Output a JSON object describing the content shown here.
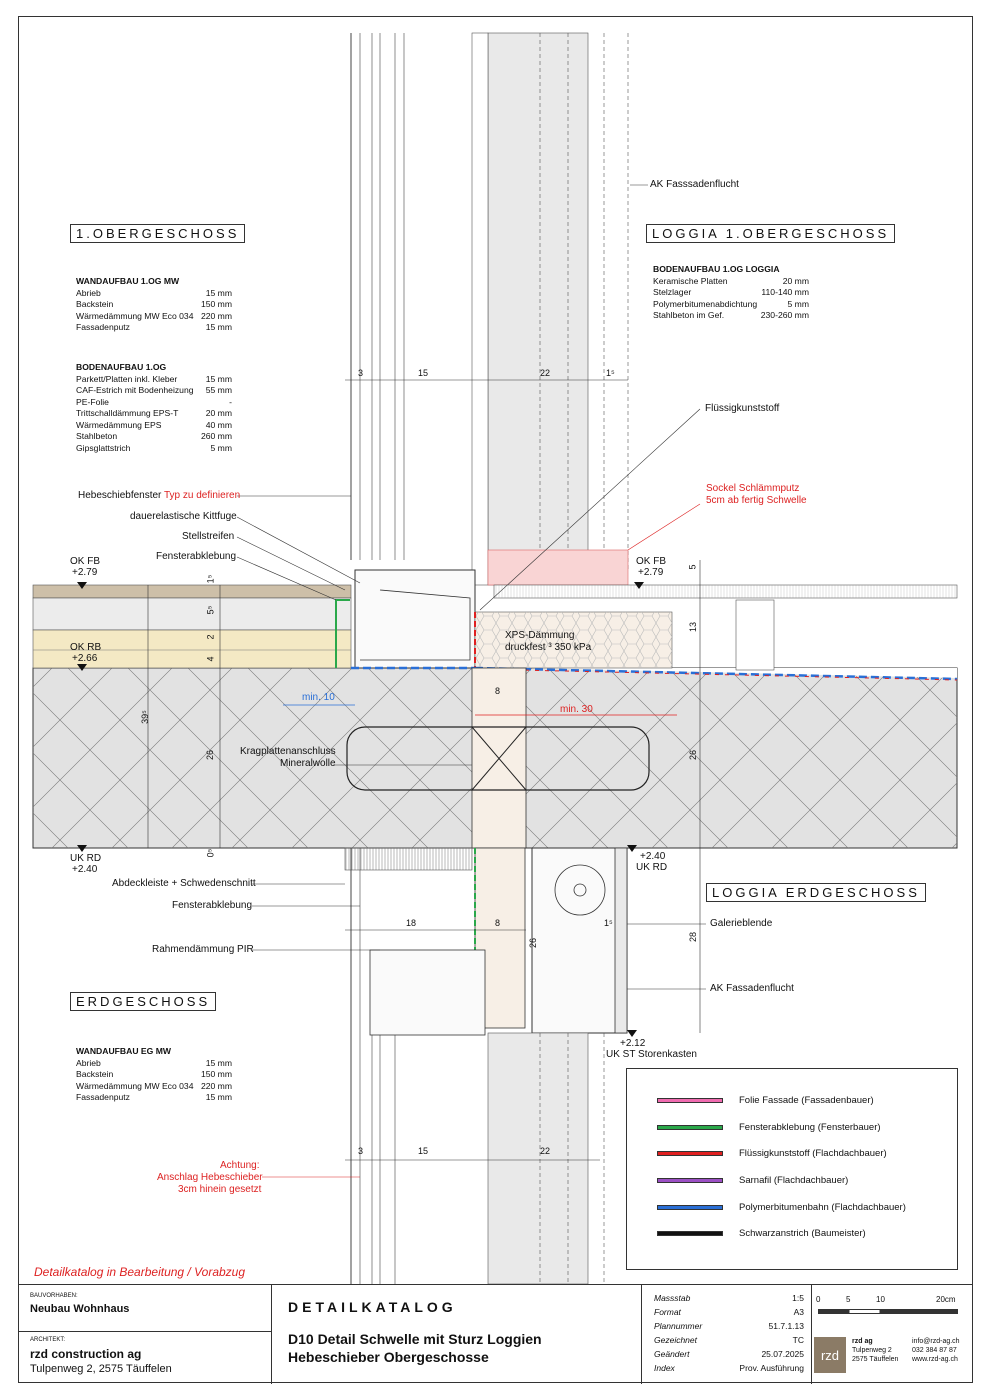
{
  "sections": {
    "og": "1.OBERGESCHOSS",
    "loggia_og": "LOGGIA 1.OBERGESCHOSS",
    "eg": "ERDGESCHOSS",
    "loggia_eg": "LOGGIA ERDGESCHOSS"
  },
  "wall_og": {
    "title": "WANDAUFBAU 1.OG MW",
    "rows": [
      [
        "Abrieb",
        "15 mm"
      ],
      [
        "Backstein",
        "150 mm"
      ],
      [
        "Wärmedämmung MW Eco 034",
        "220 mm"
      ],
      [
        "Fassadenputz",
        "15 mm"
      ]
    ]
  },
  "floor_og": {
    "title": "BODENAUFBAU 1.OG",
    "rows": [
      [
        "Parkett/Platten inkl. Kleber",
        "15 mm"
      ],
      [
        "CAF-Estrich mit Bodenheizung",
        "55 mm"
      ],
      [
        "PE-Folie",
        "-"
      ],
      [
        "Trittschalldämmung EPS-T",
        "20 mm"
      ],
      [
        "Wärmedämmung EPS",
        "40 mm"
      ],
      [
        "Stahlbeton",
        "260 mm"
      ],
      [
        "Gipsglattstrich",
        "5 mm"
      ]
    ]
  },
  "floor_loggia": {
    "title": "BODENAUFBAU 1.OG LOGGIA",
    "rows": [
      [
        "Keramische Platten",
        "20 mm"
      ],
      [
        "Stelzlager",
        "110-140 mm"
      ],
      [
        "Polymerbitumenabdichtung",
        "5 mm"
      ],
      [
        "Stahlbeton im Gef.",
        "230-260 mm"
      ]
    ]
  },
  "wall_eg": {
    "title": "WANDAUFBAU EG MW",
    "rows": [
      [
        "Abrieb",
        "15 mm"
      ],
      [
        "Backstein",
        "150 mm"
      ],
      [
        "Wärmedämmung MW Eco 034",
        "220 mm"
      ],
      [
        "Fassadenputz",
        "15 mm"
      ]
    ]
  },
  "labels": {
    "ak_top": "AK Fasssadenflucht",
    "fluessig": "Flüssigkunststoff",
    "hebeschiebe": "Hebeschiebfenster",
    "typ": "Typ zu definieren",
    "kittfuge": "dauerelastische Kittfuge",
    "stellstreifen": "Stellstreifen",
    "fensterabkl1": "Fensterabklebung",
    "sockel1": "Sockel Schlämmputz",
    "sockel2": "5cm ab fertig Schwelle",
    "okfb_l": "OK FB",
    "okfb_l_v": "+2.79",
    "okfb_r": "OK FB",
    "okfb_r_v": "+2.79",
    "okrb": "OK RB",
    "okrb_v": "+2.66",
    "xps1": "XPS-Dämmung",
    "xps2": "druckfest ³ 350 kPa",
    "min10": "min. 10",
    "min30": "min. 30",
    "krag1": "Kragplattenanschluss",
    "krag2": "Mineralwolle",
    "ukrd_l": "UK RD",
    "ukrd_l_v": "+2.40",
    "ukrd_r": "UK RD",
    "ukrd_r_v": "+2.40",
    "abdeck": "Abdeckleiste + Schwedenschnitt",
    "fensterabkl2": "Fensterabklebung",
    "rahmen": "Rahmendämmung PIR",
    "galerie": "Galerieblende",
    "ak_bottom": "AK Fassadenflucht",
    "ukst": "UK ST Storenkasten",
    "ukst_v": "+2.12",
    "achtung1": "Achtung:",
    "achtung2": "Anschlag Hebeschieber",
    "achtung3": "3cm hinein gesetzt",
    "bearbeitung": "Detailkatalog in Bearbeitung / Vorabzug"
  },
  "dims": {
    "top": [
      "3",
      "15",
      "22",
      "1⁵"
    ],
    "bottom": [
      "3",
      "15",
      "22"
    ],
    "d5": "5",
    "d13": "13",
    "d8a": "8",
    "d26a": "26",
    "d26b": "26",
    "d39": "39⁵",
    "d15s": "1⁵",
    "d5s": "5⁵",
    "d2": "2",
    "d4": "4",
    "d05": "0⁵",
    "d18": "18",
    "d8b": "8",
    "d26c": "26",
    "d15b": "1⁵",
    "d28": "28"
  },
  "legend": [
    {
      "label": "Folie Fassade (Fassadenbauer)",
      "color": "#f06bb0"
    },
    {
      "label": "Fensterabklebung (Fensterbauer)",
      "color": "#2aa84a"
    },
    {
      "label": "Flüssigkunststoff (Flachdachbauer)",
      "color": "#e02020"
    },
    {
      "label": "Sarnafil (Flachdachbauer)",
      "color": "#9b4fc4"
    },
    {
      "label": "Polymerbitumenbahn (Flachdachbauer)",
      "color": "#2a6fd6"
    },
    {
      "label": "Schwarzanstrich (Baumeister)",
      "color": "#111111"
    }
  ],
  "titleblock": {
    "bauvorhaben_lbl": "BAUVORHABEN:",
    "bauvorhaben": "Neubau Wohnhaus",
    "architekt_lbl": "ARCHITEKT:",
    "architekt": "rzd construction ag",
    "adresse": "Tulpenweg 2, 2575 Täuffelen",
    "katalog": "DETAILKATALOG",
    "titel1": "D10 Detail Schwelle mit Sturz Loggien",
    "titel2": "Hebeschieber Obergeschosse",
    "meta": [
      [
        "Massstab",
        "1:5"
      ],
      [
        "Format",
        "A3"
      ],
      [
        "Plannummer",
        "51.7.1.13"
      ],
      [
        "Gezeichnet",
        "TC"
      ],
      [
        "Geändert",
        "25.07.2025"
      ],
      [
        "Index",
        "Prov. Ausführung"
      ]
    ],
    "scale": [
      "0",
      "5",
      "10",
      "20cm"
    ],
    "logo": "rzd",
    "firm": "rzd ag",
    "firm_addr1": "Tulpenweg 2",
    "firm_addr2": "2575 Täuffelen",
    "email": "info@rzd-ag.ch",
    "phone": "032 384 87 87",
    "web": "www.rzd-ag.ch"
  }
}
